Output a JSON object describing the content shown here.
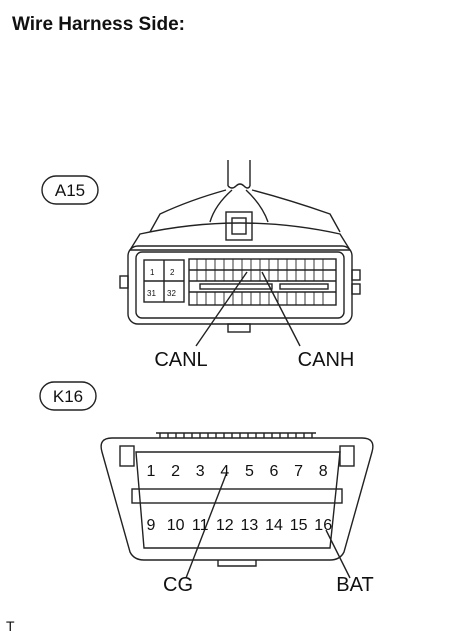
{
  "title": "Wire Harness Side:",
  "footer": "T",
  "connector_a": {
    "label": "A15",
    "block_pins_top": [
      "1",
      "2"
    ],
    "block_pins_bottom": [
      "31",
      "32"
    ],
    "callouts": [
      "CANL",
      "CANH"
    ]
  },
  "connector_k": {
    "label": "K16",
    "pins_top": [
      "1",
      "2",
      "3",
      "4",
      "5",
      "6",
      "7",
      "8"
    ],
    "pins_bottom": [
      "9",
      "10",
      "11",
      "12",
      "13",
      "14",
      "15",
      "16"
    ],
    "callouts": [
      "CG",
      "BAT"
    ]
  }
}
